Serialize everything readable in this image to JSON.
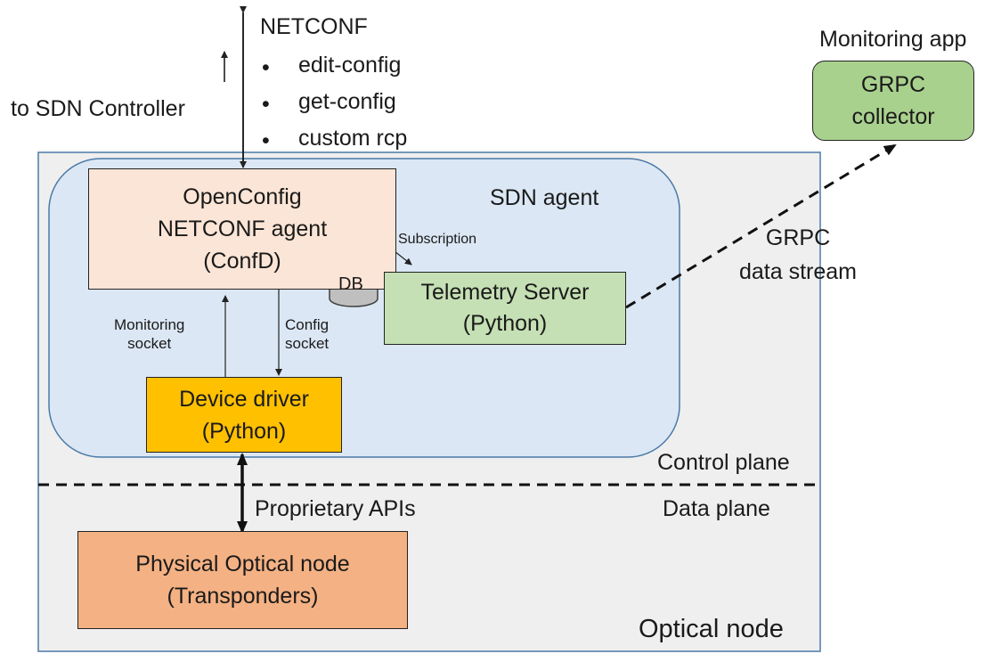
{
  "diagram": {
    "optical_node": {
      "label": "Optical node"
    },
    "sdn_agent": {
      "label": "SDN agent"
    },
    "netconf_agent": {
      "lines": [
        "OpenConfig",
        "NETCONF agent",
        "(ConfD)"
      ]
    },
    "db": {
      "label": "DB"
    },
    "telemetry_server": {
      "lines": [
        "Telemetry Server",
        "(Python)"
      ]
    },
    "device_driver": {
      "lines": [
        "Device driver",
        "(Python)"
      ]
    },
    "physical_node": {
      "lines": [
        "Physical Optical node",
        "(Transponders)"
      ]
    },
    "grpc_collector": {
      "lines": [
        "GRPC",
        "collector"
      ],
      "title": "Monitoring app"
    },
    "netconf_ops": {
      "title": "NETCONF",
      "items": [
        "edit-config",
        "get-config",
        "custom rcp"
      ]
    },
    "sdn_controller_label": "to SDN Controller",
    "subscription_label": "Subscription",
    "grpc_stream_label": [
      "GRPC",
      "data stream"
    ],
    "monitoring_socket_label": [
      "Monitoring",
      "socket"
    ],
    "config_socket_label": [
      "Config",
      "socket"
    ],
    "control_plane_label": "Control plane",
    "data_plane_label": "Data plane",
    "proprietary_apis_label": "Proprietary APIs"
  },
  "colors": {
    "optical_node_fill": "#efefef",
    "optical_node_border": "#4a7aa8",
    "sdn_agent_fill": "#dbe7f4",
    "sdn_agent_border": "#4a7aa8",
    "netconf_agent_fill": "#fbe5d6",
    "telemetry_fill": "#c5e0b4",
    "device_driver_fill": "#ffc000",
    "physical_node_fill": "#f4b183",
    "grpc_collector_fill": "#a9d18e",
    "db_fill": "#bfbfbf"
  }
}
